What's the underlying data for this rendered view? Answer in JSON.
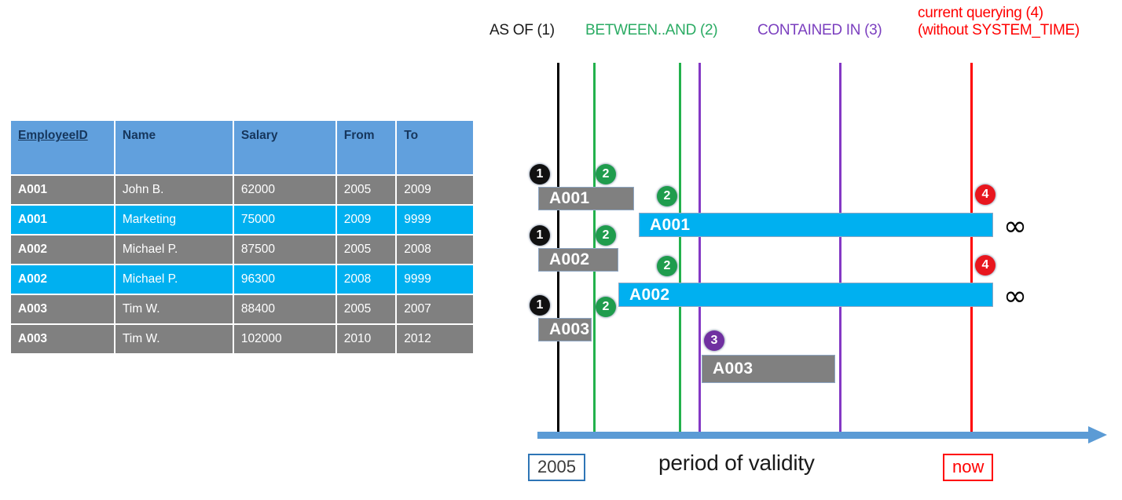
{
  "table": {
    "columns": [
      {
        "key": "EmployeeID",
        "label": "EmployeeID",
        "underlined": true
      },
      {
        "key": "Name",
        "label": "Name",
        "underlined": false
      },
      {
        "key": "Salary",
        "label": "Salary",
        "underlined": false
      },
      {
        "key": "From",
        "label": "From",
        "underlined": false
      },
      {
        "key": "To",
        "label": "To",
        "underlined": false
      }
    ],
    "header_bg": "#61a0dd",
    "header_text_color": "#16365c",
    "row_gray_bg": "#808080",
    "row_cyan_bg": "#00b0f0",
    "rows": [
      {
        "style": "gray",
        "EmployeeID": "A001",
        "Name": "John  B.",
        "Salary": "62000",
        "From": "2005",
        "To": "2009"
      },
      {
        "style": "cyan",
        "EmployeeID": "A001",
        "Name": "Marketing",
        "Salary": "75000",
        "From": "2009",
        "To": "9999"
      },
      {
        "style": "gray",
        "EmployeeID": "A002",
        "Name": "Michael P.",
        "Salary": "87500",
        "From": "2005",
        "To": "2008"
      },
      {
        "style": "cyan",
        "EmployeeID": "A002",
        "Name": "Michael P.",
        "Salary": "96300",
        "From": "2008",
        "To": "9999"
      },
      {
        "style": "gray",
        "EmployeeID": "A003",
        "Name": "Tim W.",
        "Salary": "88400",
        "From": "2005",
        "To": "2007"
      },
      {
        "style": "gray",
        "EmployeeID": "A003",
        "Name": "Tim W.",
        "Salary": "102000",
        "From": "2010",
        "To": "2012"
      }
    ]
  },
  "diagram": {
    "legend": {
      "as_of": "AS OF (1)",
      "between_and": "BETWEEN..AND (2)",
      "contained_in": "CONTAINED IN (3)",
      "current_line1": "current querying (4)",
      "current_line2": "(without SYSTEM_TIME)"
    },
    "colors": {
      "as_of": "#000000",
      "between_and": "#22b14c",
      "contained_in": "#8438c4",
      "current": "#ff0000",
      "axis": "#5b9bd5",
      "bar_gray": "#808080",
      "bar_cyan": "#00b0f0"
    },
    "bars": [
      {
        "label": "A001",
        "style": "gray"
      },
      {
        "label": "A001",
        "style": "cyan"
      },
      {
        "label": "A002",
        "style": "gray"
      },
      {
        "label": "A002",
        "style": "cyan"
      },
      {
        "label": "A003",
        "style": "gray"
      },
      {
        "label": "A003",
        "style": "gray"
      }
    ],
    "badges": [
      {
        "num": "1",
        "color": "black"
      },
      {
        "num": "2",
        "color": "green"
      },
      {
        "num": "2",
        "color": "green"
      },
      {
        "num": "4",
        "color": "red"
      },
      {
        "num": "1",
        "color": "black"
      },
      {
        "num": "2",
        "color": "green"
      },
      {
        "num": "2",
        "color": "green"
      },
      {
        "num": "4",
        "color": "red"
      },
      {
        "num": "1",
        "color": "black"
      },
      {
        "num": "2",
        "color": "green"
      },
      {
        "num": "3",
        "color": "purple"
      }
    ],
    "infinity_symbol": "∞",
    "axis": {
      "start_label": "2005",
      "end_label": "now",
      "caption": "period of validity"
    }
  }
}
